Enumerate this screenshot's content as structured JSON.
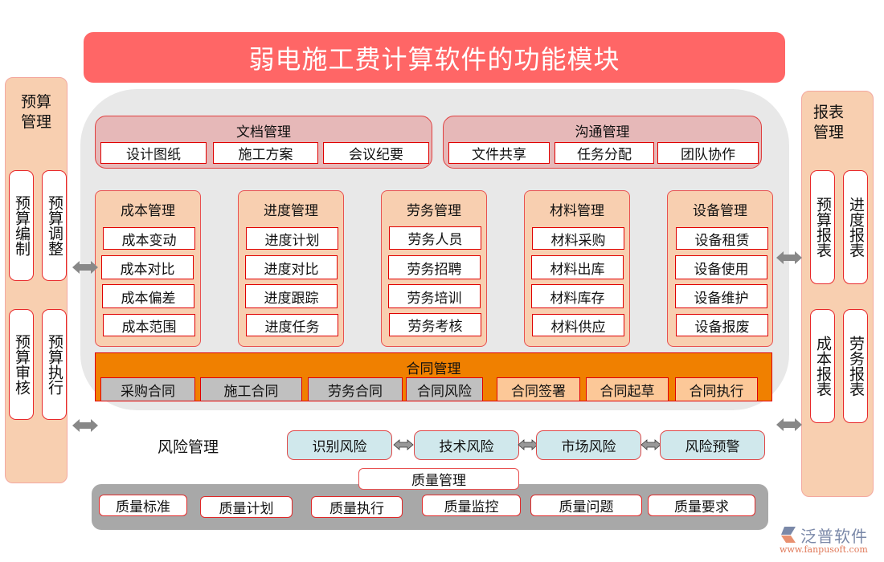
{
  "title": "弱电施工费计算软件的功能模块",
  "budget_panel": {
    "title_line1": "预算",
    "title_line2": "管理",
    "items": [
      "预算编制",
      "预算调整",
      "预算审核",
      "预算执行"
    ]
  },
  "report_panel": {
    "title_line1": "报表",
    "title_line2": "管理",
    "items": [
      "预算报表",
      "进度报表",
      "成本报表",
      "劳务报表"
    ]
  },
  "document_group": {
    "title": "文档管理",
    "items": [
      "设计图纸",
      "施工方案",
      "会议纪要"
    ]
  },
  "communication_group": {
    "title": "沟通管理",
    "items": [
      "文件共享",
      "任务分配",
      "团队协作"
    ]
  },
  "modules": [
    {
      "title": "成本管理",
      "items": [
        "成本变动",
        "成本对比",
        "成本偏差",
        "成本范围"
      ]
    },
    {
      "title": "进度管理",
      "items": [
        "进度计划",
        "进度对比",
        "进度跟踪",
        "进度任务"
      ]
    },
    {
      "title": "劳务管理",
      "items": [
        "劳务人员",
        "劳务招聘",
        "劳务培训",
        "劳务考核"
      ]
    },
    {
      "title": "材料管理",
      "items": [
        "材料采购",
        "材料出库",
        "材料库存",
        "材料供应"
      ]
    },
    {
      "title": "设备管理",
      "items": [
        "设备租赁",
        "设备使用",
        "设备维护",
        "设备报废"
      ]
    }
  ],
  "contract": {
    "title": "合同管理",
    "items": [
      "采购合同",
      "施工合同",
      "劳务合同",
      "合同风险",
      "合同签署",
      "合同起草",
      "合同执行"
    ]
  },
  "risk": {
    "title": "风险管理",
    "items": [
      "识别风险",
      "技术风险",
      "市场风险",
      "风险预警"
    ]
  },
  "quality": {
    "title": "质量管理",
    "items": [
      "质量标准",
      "质量计划",
      "质量执行",
      "质量监控",
      "质量问题",
      "质量要求"
    ]
  },
  "logo": {
    "name": "泛普软件",
    "url": "www.fanpusoft.com"
  },
  "colors": {
    "title_bg": "#ff6666",
    "side_panel_bg": "#f8cfb0",
    "center_bg": "#e8e8e8",
    "top_group_bg": "#e6b8b8",
    "contract_bg": "#f08000",
    "risk_pill_bg": "#d0e8ec",
    "quality_bar_bg": "#a8a8a8",
    "border_red": "#e00000"
  }
}
